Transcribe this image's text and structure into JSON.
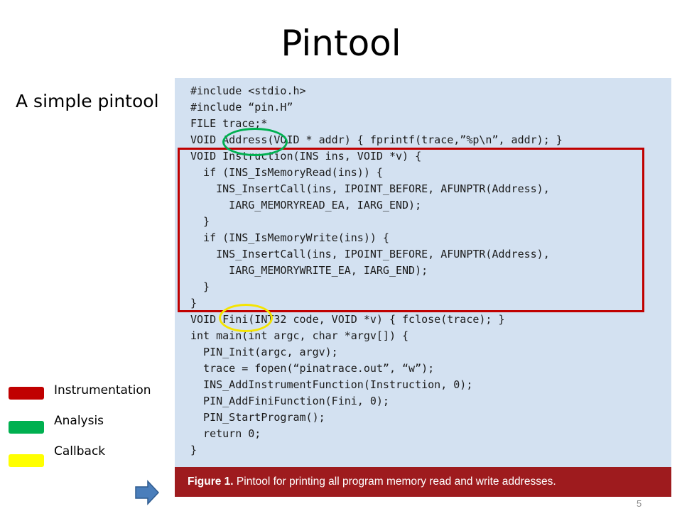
{
  "slide": {
    "title": "Pintool",
    "subtitle": "A simple pintool",
    "page_number": "5"
  },
  "code": {
    "lines": [
      "#include <stdio.h>",
      "#include “pin.H”",
      "FILE trace;*",
      "VOID Address(VOID * addr) { fprintf(trace,”%p\\n”, addr); }",
      "VOID Instruction(INS ins, VOID *v) {",
      "  if (INS_IsMemoryRead(ins)) {",
      "    INS_InsertCall(ins, IPOINT_BEFORE, AFUNPTR(Address),",
      "      IARG_MEMORYREAD_EA, IARG_END);",
      "  }",
      "  if (INS_IsMemoryWrite(ins)) {",
      "    INS_InsertCall(ins, IPOINT_BEFORE, AFUNPTR(Address),",
      "      IARG_MEMORYWRITE_EA, IARG_END);",
      "  }",
      "}",
      "VOID Fini(INT32 code, VOID *v) { fclose(trace); }",
      "int main(int argc, char *argv[]) {",
      "  PIN_Init(argc, argv);",
      "  trace = fopen(“pinatrace.out”, “w”);",
      "  INS_AddInstrumentFunction(Instruction, 0);",
      "  PIN_AddFiniFunction(Fini, 0);",
      "  PIN_StartProgram();",
      "  return 0;",
      "}"
    ]
  },
  "caption": {
    "label": "Figure 1.",
    "text": " Pintool for printing all program memory read and write addresses."
  },
  "legend": {
    "items": [
      {
        "label": "Instrumentation",
        "color": "#c00000"
      },
      {
        "label": "Analysis",
        "color": "#00b050"
      },
      {
        "label": "Callback",
        "color": "#ffff00"
      }
    ]
  },
  "colors": {
    "code_background": "#d3e1f1",
    "caption_background": "#9e1b1e",
    "instrumentation_box": "#c00000",
    "analysis_highlight": "#00b050",
    "callback_highlight": "#f5e400",
    "nav_arrow": "#4a7ebb"
  },
  "icons": {
    "nav_arrow": "right-arrow-icon"
  }
}
